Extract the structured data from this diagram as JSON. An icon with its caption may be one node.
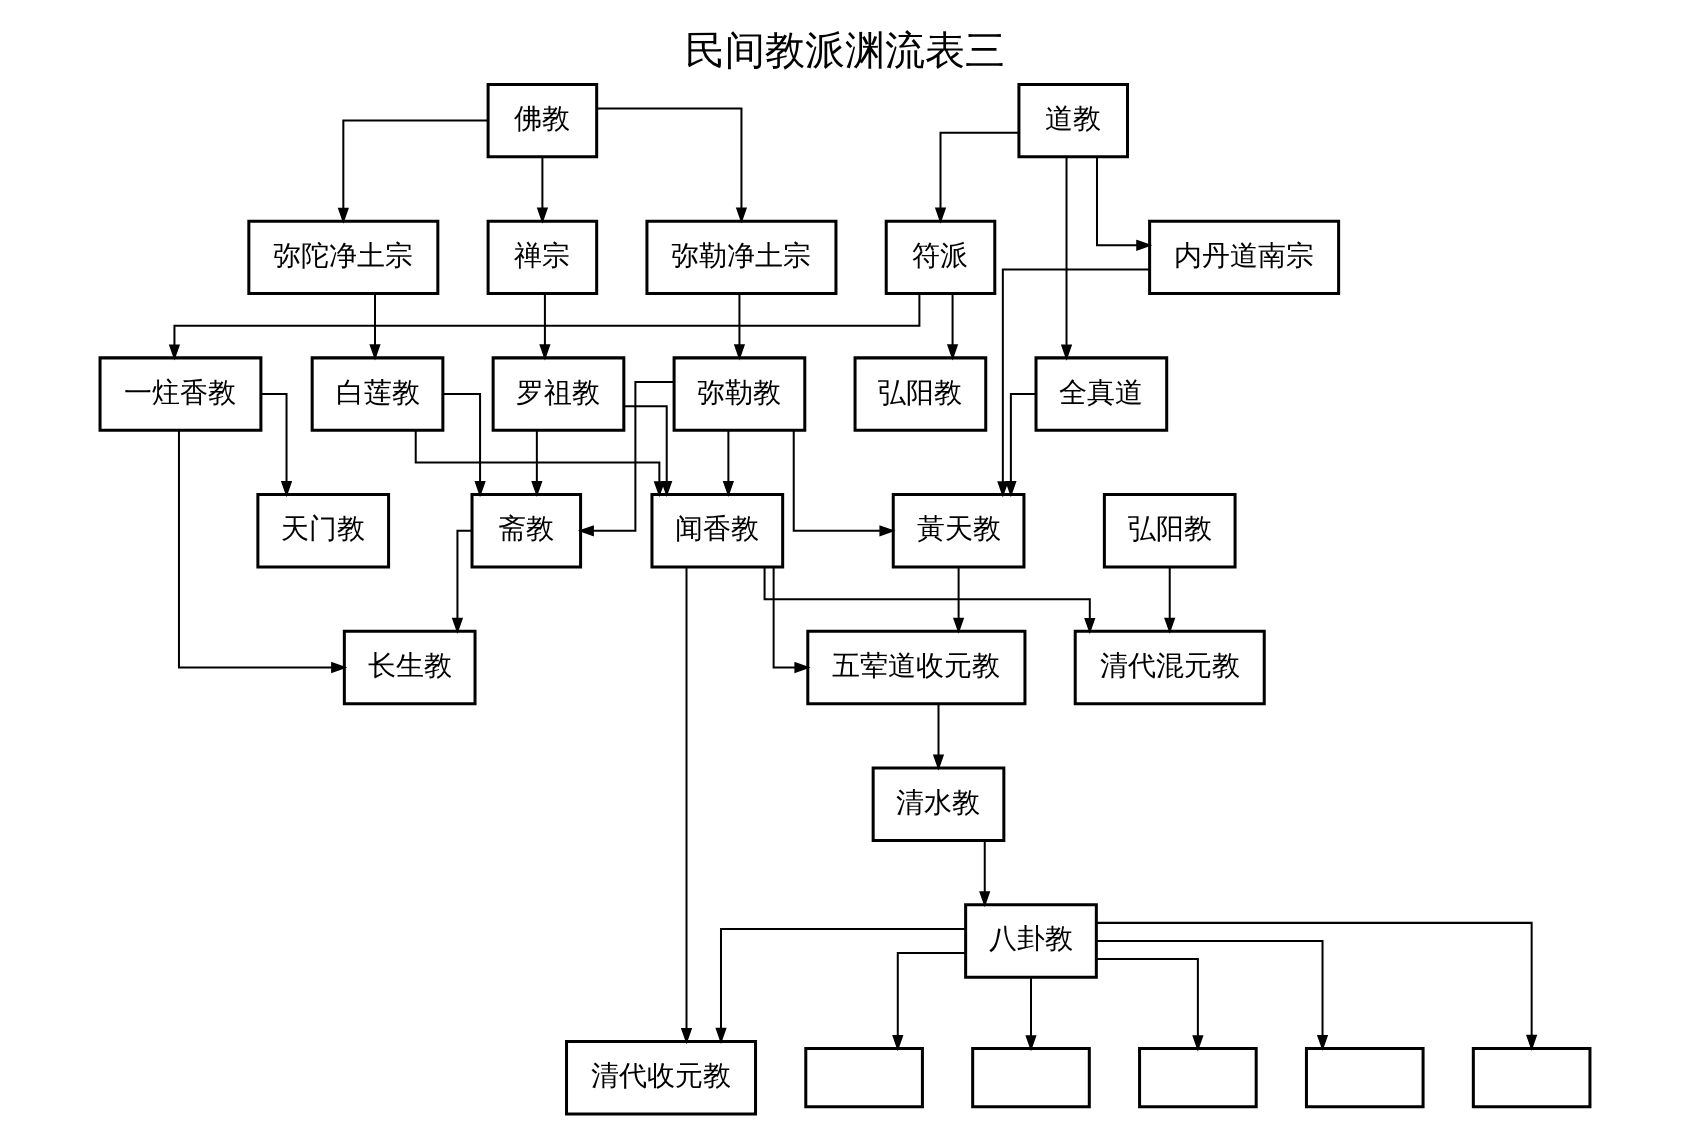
{
  "diagram": {
    "title": "民间教派渊流表三",
    "nodes": [
      {
        "text": [
          "佛教"
        ]
      },
      {
        "text": [
          "道教"
        ]
      },
      {
        "text": [
          "弥陀净土宗"
        ]
      },
      {
        "text": [
          "禅宗"
        ]
      },
      {
        "text": [
          "弥勒净土宗"
        ]
      },
      {
        "text": [
          "全真道"
        ]
      },
      {
        "text": [
          "内丹道南宗"
        ]
      },
      {
        "text": [
          "符派"
        ]
      },
      {
        "text": [
          "白莲教"
        ]
      },
      {
        "text": [
          "罗祖教"
        ]
      },
      {
        "text": [
          "弥勒教"
        ]
      },
      {
        "text": [
          "黃天教"
        ]
      },
      {
        "text": [
          "一炷香教"
        ]
      },
      {
        "text": [
          "弘阳教"
        ]
      },
      {
        "text": [
          "斋教"
        ]
      },
      {
        "text": [
          "长生教"
        ]
      },
      {
        "text": [
          "弘阳教"
        ]
      },
      {
        "text": [
          "闻香教"
        ]
      },
      {
        "text": [
          "五荤道收元教"
        ]
      },
      {
        "text": [
          "天门教"
        ]
      },
      {
        "text": [
          "清水教"
        ]
      },
      {
        "text": [
          "清代混元教"
        ]
      },
      {
        "text": [
          "清代收元教"
        ]
      },
      {
        "text": [
          "八卦教"
        ]
      },
      {
        "text": [],
        "shape": "box"
      },
      {
        "text": [],
        "shape": "box"
      },
      {
        "text": [],
        "shape": "box"
      },
      {
        "text": [],
        "shape": "box"
      },
      {
        "text": [],
        "shape": "box"
      }
    ],
    "edges": [
      {
        "from": 0,
        "to": 2,
        "arrow": "to"
      },
      {
        "from": 0,
        "to": 3,
        "arrow": "to"
      },
      {
        "from": 0,
        "to": 4,
        "arrow": "to"
      },
      {
        "from": 1,
        "to": 5,
        "arrow": "to"
      },
      {
        "from": 1,
        "to": 6,
        "arrow": "to"
      },
      {
        "from": 1,
        "to": 7,
        "arrow": "to"
      },
      {
        "from": 2,
        "to": 8,
        "arrow": "to"
      },
      {
        "from": 3,
        "to": 9,
        "arrow": "to"
      },
      {
        "from": 4,
        "to": 10,
        "arrow": "to"
      },
      {
        "from": 10,
        "to": 11,
        "arrow": "to"
      },
      {
        "from": 5,
        "to": 11,
        "arrow": "to"
      },
      {
        "from": 6,
        "to": 11,
        "arrow": "to"
      },
      {
        "from": 7,
        "to": 12,
        "arrow": "to"
      },
      {
        "from": 7,
        "to": 13,
        "arrow": "to"
      },
      {
        "from": 8,
        "to": 17,
        "arrow": "to"
      },
      {
        "from": 9,
        "to": 17,
        "arrow": "to"
      },
      {
        "from": 10,
        "to": 17,
        "arrow": "to"
      },
      {
        "from": 8,
        "to": 14,
        "arrow": "to"
      },
      {
        "from": 9,
        "to": 14,
        "arrow": "to"
      },
      {
        "from": 10,
        "to": 14,
        "arrow": "to"
      },
      {
        "from": 14,
        "to": 15,
        "arrow": "to"
      },
      {
        "from": 12,
        "to": 15,
        "arrow": "to"
      },
      {
        "from": 12,
        "to": 19,
        "arrow": "to"
      },
      {
        "from": 11,
        "to": 18,
        "arrow": "to"
      },
      {
        "from": 17,
        "to": 18,
        "arrow": "to"
      },
      {
        "from": 18,
        "to": 20,
        "arrow": "to"
      },
      {
        "from": 20,
        "to": 23,
        "arrow": "to"
      },
      {
        "from": 17,
        "to": 21,
        "arrow": "to"
      },
      {
        "from": 17,
        "to": 22,
        "arrow": "to"
      },
      {
        "from": 16,
        "to": 21,
        "arrow": "to"
      },
      {
        "from": 23,
        "to": 22,
        "arrow": "to"
      },
      {
        "from": 23,
        "to": 24,
        "arrow": "to"
      },
      {
        "from": 23,
        "to": 25,
        "arrow": "to"
      },
      {
        "from": 23,
        "to": 26,
        "arrow": "to"
      },
      {
        "from": 23,
        "to": 27,
        "arrow": "to"
      },
      {
        "from": 23,
        "to": 28,
        "arrow": "to"
      }
    ]
  }
}
